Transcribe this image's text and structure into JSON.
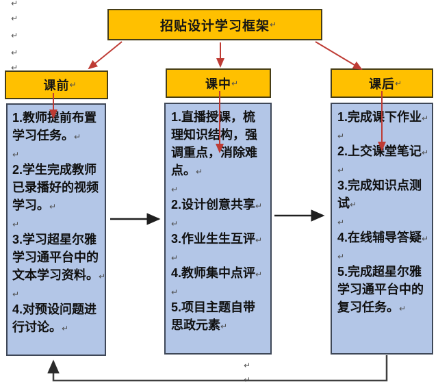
{
  "marks": {
    "glyph": "↵"
  },
  "title": {
    "text": "招贴设计学习框架"
  },
  "columns": [
    {
      "header": "课前",
      "items": [
        {
          "text": "1.教师提前布置学习任务。",
          "cr": true
        },
        {
          "text": "",
          "cr": true
        },
        {
          "text": "2.学生完成教师已录播好的视频学习。",
          "cr": true
        },
        {
          "text": "",
          "cr": true
        },
        {
          "text": "3.学习超星尔雅学习通平台中的文本学习资料。",
          "cr": true
        },
        {
          "text": "",
          "cr": true
        },
        {
          "text": "4.对预设问题进行讨论。",
          "cr": true
        }
      ]
    },
    {
      "header": "课中",
      "items": [
        {
          "text": "1.直播授课，梳理知识结构，强调重点，消除难点。",
          "cr": true
        },
        {
          "text": "",
          "cr": true
        },
        {
          "text": "2.设计创意共享",
          "cr": true
        },
        {
          "text": "",
          "cr": true
        },
        {
          "text": "3.作业生生互评",
          "cr": true
        },
        {
          "text": "",
          "cr": true
        },
        {
          "text": "4.教师集中点评",
          "cr": true
        },
        {
          "text": "",
          "cr": true
        },
        {
          "text": "5.项目主题自带思政元素",
          "cr": true
        }
      ]
    },
    {
      "header": "课后",
      "items": [
        {
          "text": "1.完成课下作业",
          "cr": true
        },
        {
          "text": "",
          "cr": true
        },
        {
          "text": "2.上交课堂笔记",
          "cr": true
        },
        {
          "text": "",
          "cr": true
        },
        {
          "text": "3.完成知识点测试",
          "cr": true
        },
        {
          "text": "",
          "cr": true
        },
        {
          "text": "4.在线辅导答疑",
          "cr": true
        },
        {
          "text": "",
          "cr": true
        },
        {
          "text": "5.完成超星尔雅学习通平台中的复习任务。",
          "cr": true
        }
      ]
    }
  ],
  "colors": {
    "header_fill": "#FFC000",
    "content_fill": "#B3C6E7",
    "red_arrow": "#BE3B34",
    "black_arrow": "#1F1F1F",
    "feedback_line": "#3F3F3F"
  }
}
